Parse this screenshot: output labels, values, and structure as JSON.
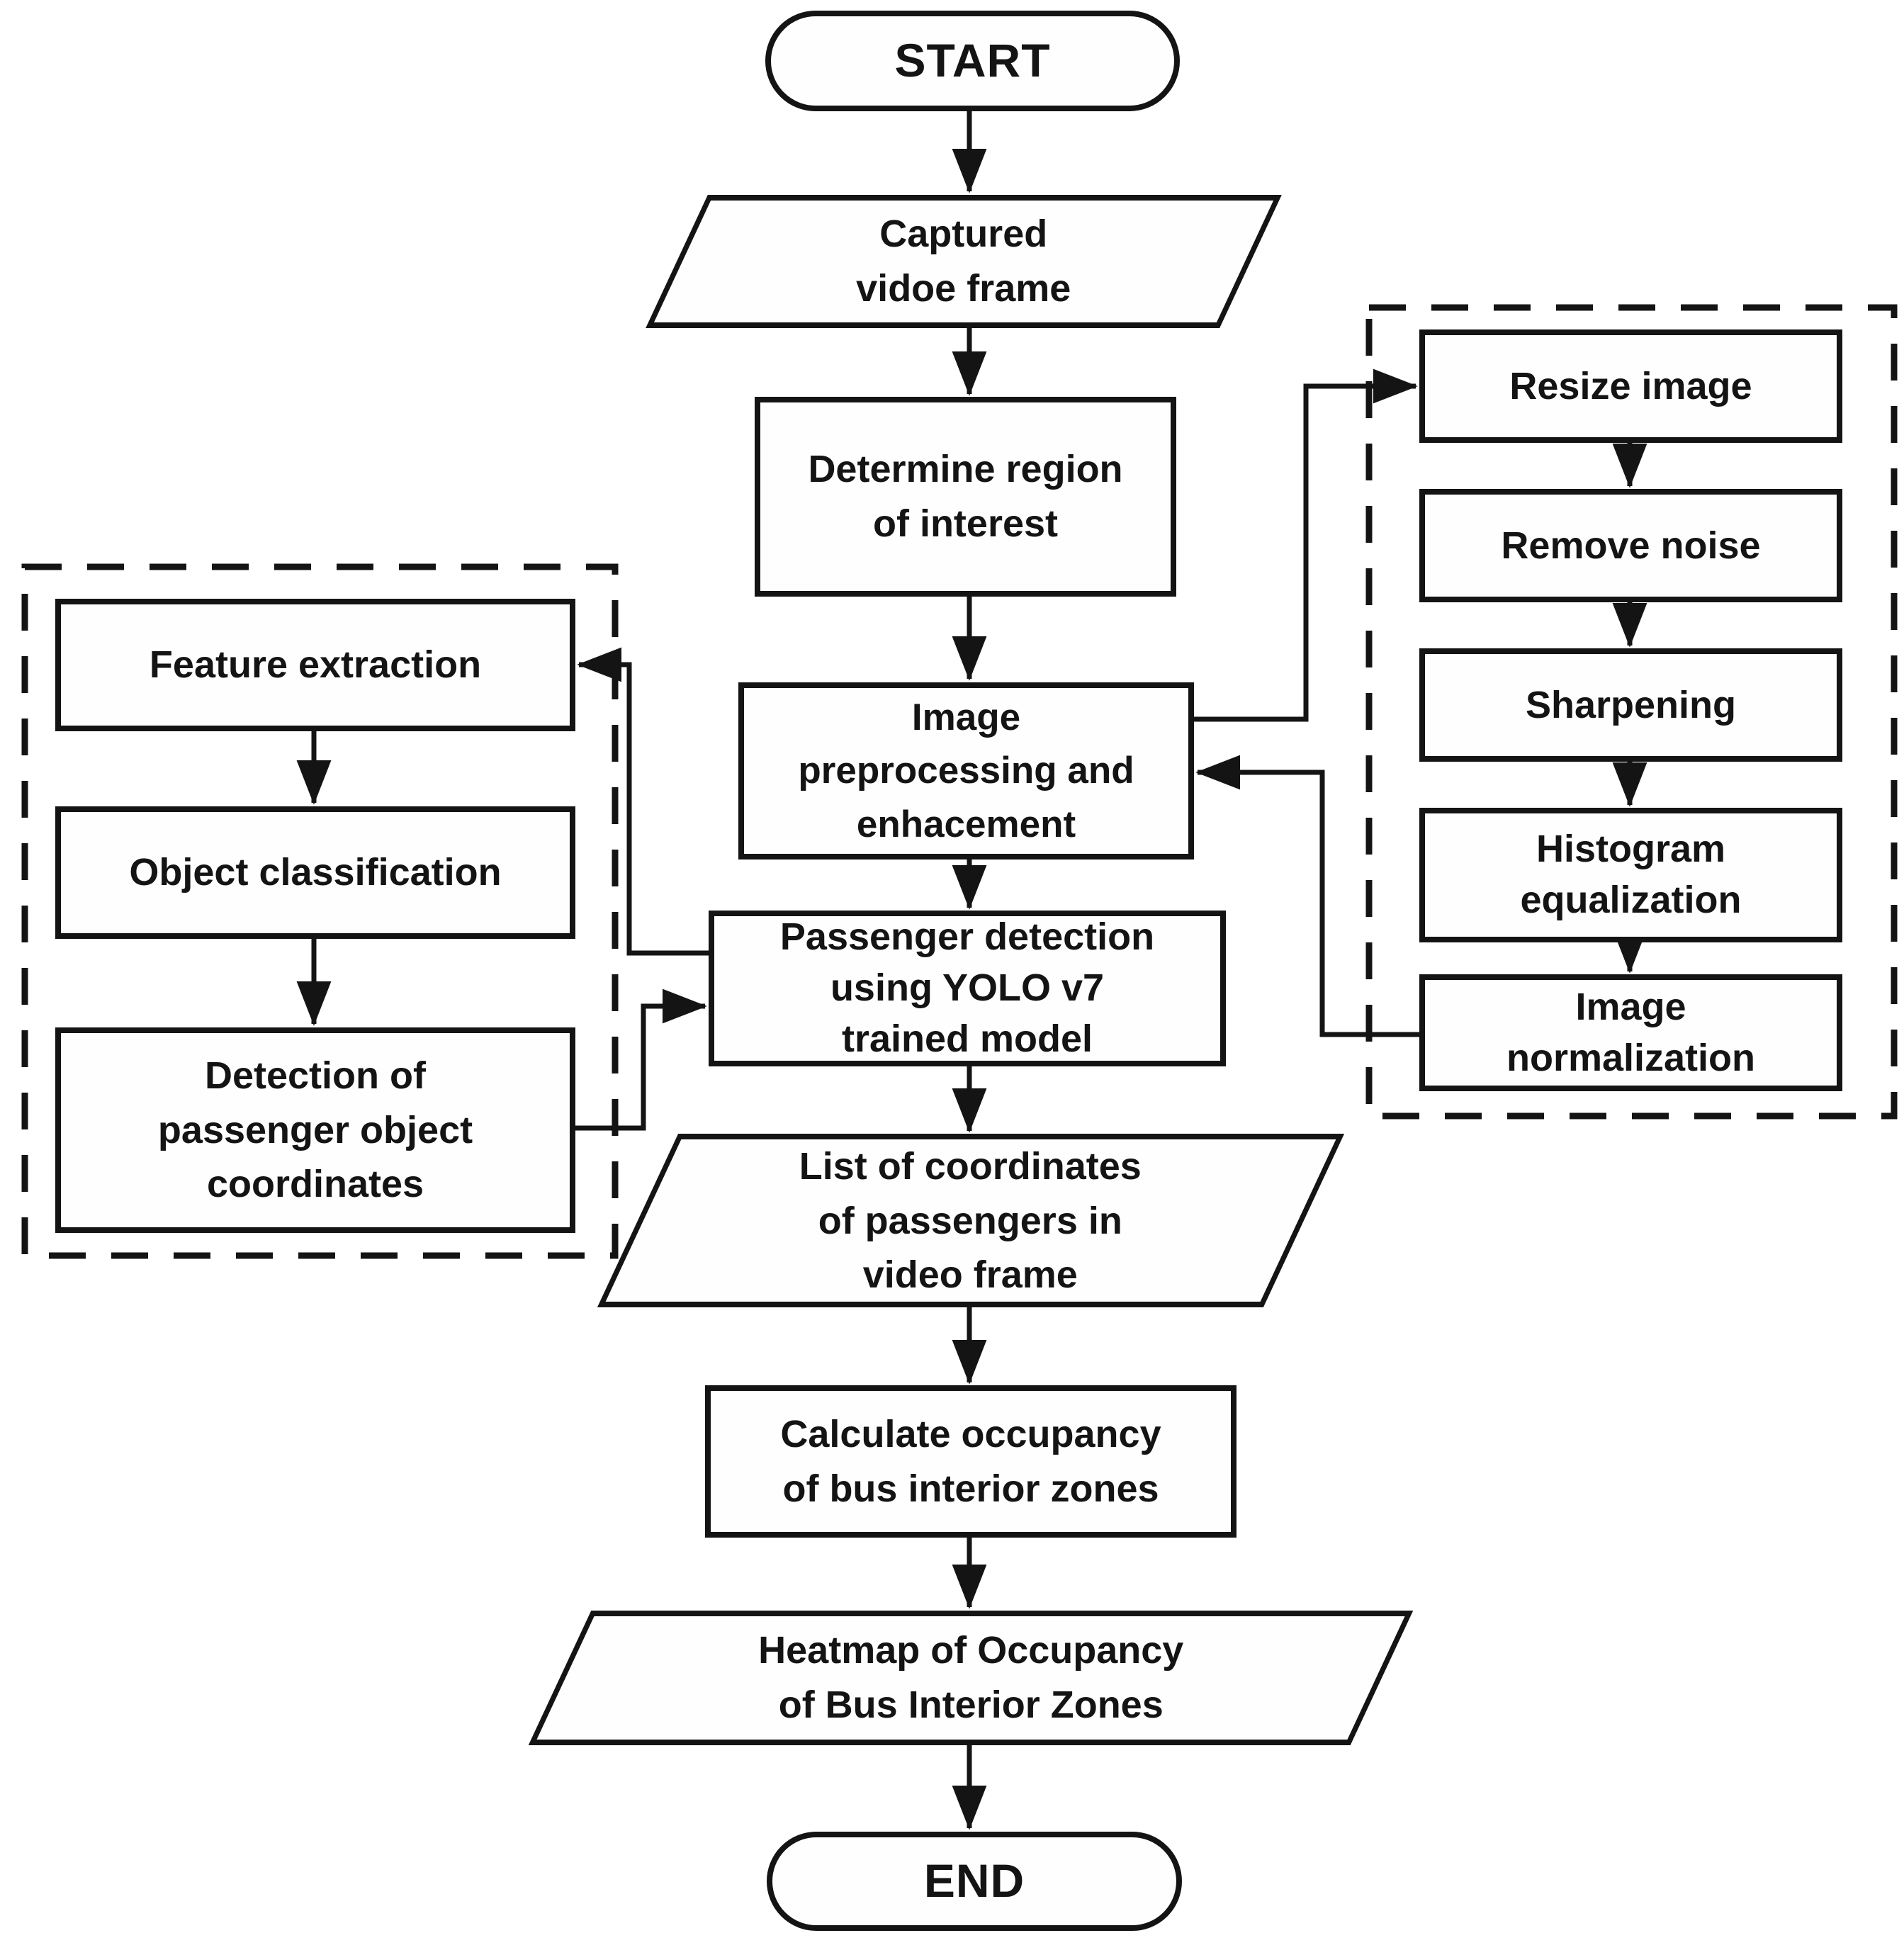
{
  "colors": {
    "background": "#ffffff",
    "line": "#141414",
    "box_fill": "#fefefe",
    "text": "#141414"
  },
  "nodes": {
    "start": "START",
    "captured_frame": "Captured\nvidoe frame",
    "determine_roi": "Determine region\nof interest",
    "preprocessing": "Image\npreprocessing and\nenhacement",
    "yolo_detection": "Passenger detection\nusing YOLO v7\ntrained model",
    "coordinates_list": "List of coordinates\nof passengers in\nvideo frame",
    "calculate_occupancy": "Calculate occupancy\nof bus interior zones",
    "heatmap_output": "Heatmap of Occupancy\nof Bus Interior Zones",
    "end": "END",
    "feature_extraction": "Feature extraction",
    "object_classification": "Object classification",
    "detect_coordinates": "Detection of\npassenger object\ncoordinates",
    "resize_image": "Resize image",
    "remove_noise": "Remove noise",
    "sharpening": "Sharpening",
    "histogram_equalization": "Histogram\nequalization",
    "image_normalization": "Image\nnormalization"
  },
  "edges": [
    {
      "from": "start",
      "to": "captured_frame"
    },
    {
      "from": "captured_frame",
      "to": "determine_roi"
    },
    {
      "from": "determine_roi",
      "to": "preprocessing"
    },
    {
      "from": "preprocessing",
      "to": "yolo_detection"
    },
    {
      "from": "yolo_detection",
      "to": "coordinates_list"
    },
    {
      "from": "coordinates_list",
      "to": "calculate_occupancy"
    },
    {
      "from": "calculate_occupancy",
      "to": "heatmap_output"
    },
    {
      "from": "heatmap_output",
      "to": "end"
    },
    {
      "from": "preprocessing",
      "to": "resize_image"
    },
    {
      "from": "resize_image",
      "to": "remove_noise"
    },
    {
      "from": "remove_noise",
      "to": "sharpening"
    },
    {
      "from": "sharpening",
      "to": "histogram_equalization"
    },
    {
      "from": "histogram_equalization",
      "to": "image_normalization"
    },
    {
      "from": "image_normalization",
      "to": "preprocessing"
    },
    {
      "from": "yolo_detection",
      "to": "feature_extraction"
    },
    {
      "from": "feature_extraction",
      "to": "object_classification"
    },
    {
      "from": "object_classification",
      "to": "detect_coordinates"
    },
    {
      "from": "detect_coordinates",
      "to": "yolo_detection"
    }
  ]
}
